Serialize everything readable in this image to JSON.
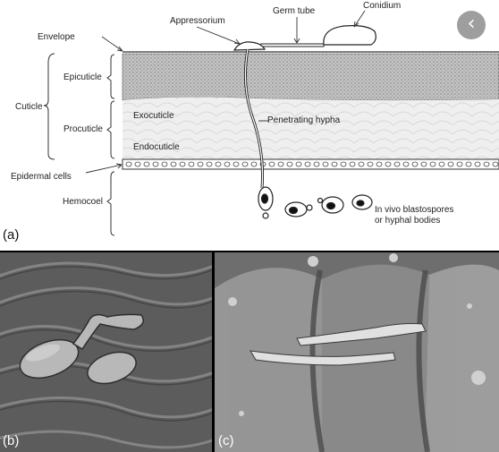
{
  "diagram": {
    "labels": {
      "envelope": "Envelope",
      "cuticle": "Cuticle",
      "epicuticle": "Epicuticle",
      "procuticle": "Procuticle",
      "exocuticle": "Exocuticle",
      "endocuticle": "Endocuticle",
      "epidermal_cells": "Epidermal cells",
      "hemocoel": "Hemocoel",
      "appressorium": "Appressorium",
      "germ_tube": "Germ tube",
      "conidium": "Conidium",
      "penetrating_hypha": "Penetrating hypha",
      "blastospores_line1": "In vivo blastospores",
      "blastospores_line2": "or hyphal bodies"
    },
    "panel_letter": "(a)"
  },
  "photos": {
    "b_letter": "(b)",
    "c_letter": "(c)"
  },
  "nav": {
    "back_glyph": "‹",
    "back_icon": "chevron-left-icon"
  },
  "colors": {
    "epicuticle": "#bdbdbd",
    "procuticle": "#ececec",
    "photo_b": "#5f5f5f",
    "photo_c": "#7a7a7a"
  }
}
